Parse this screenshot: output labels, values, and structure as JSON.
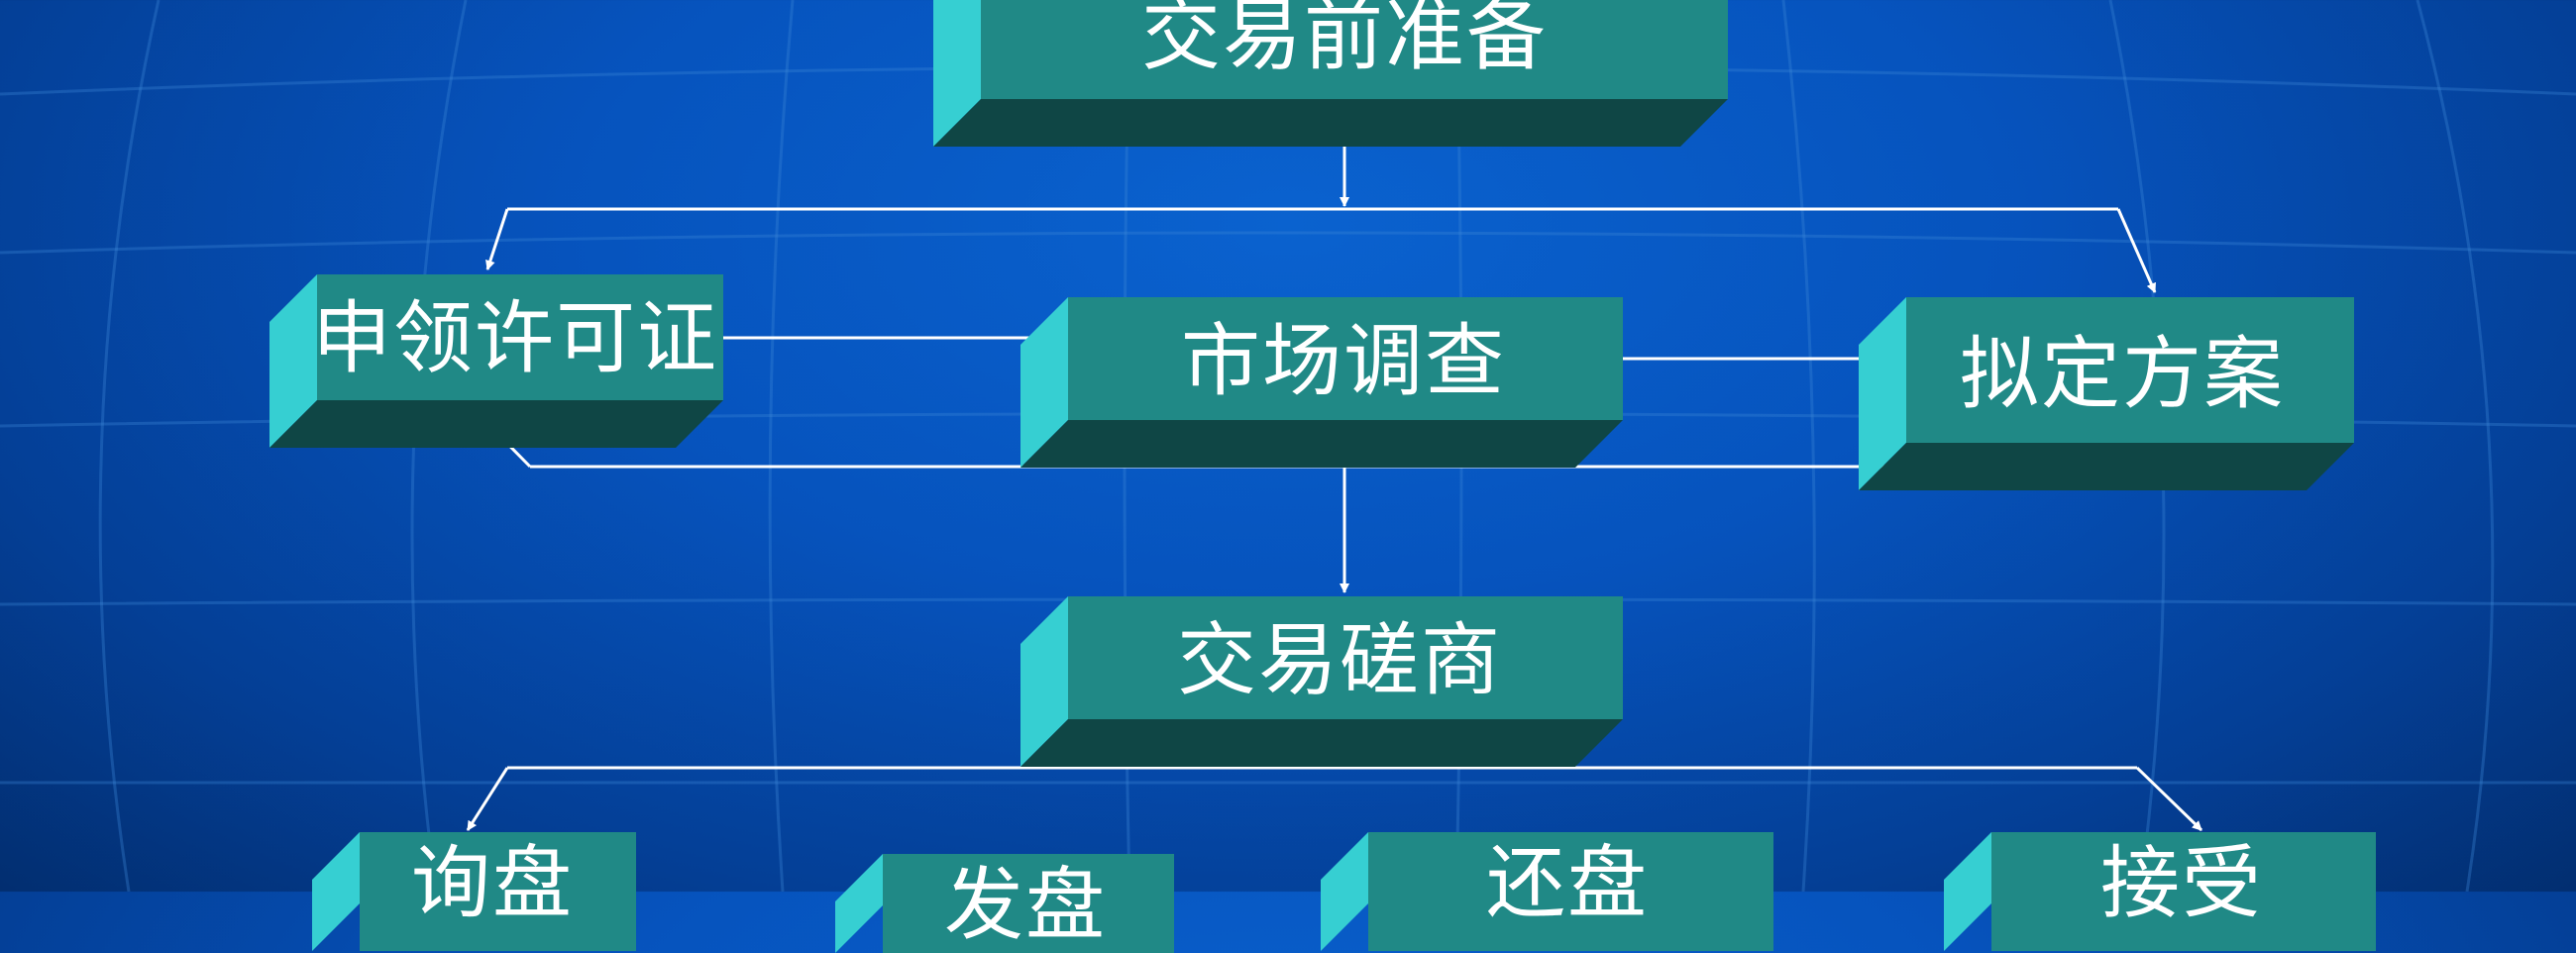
{
  "colors": {
    "background": "#0653bd",
    "box_front": "#208986",
    "box_side": "#36cfd2",
    "box_bottom": "#0f4645",
    "text": "#ffffff",
    "connector": "#ffffff"
  },
  "diagram": {
    "top": {
      "label": "交易前准备"
    },
    "prep_steps": [
      {
        "label": "申领许可证"
      },
      {
        "label": "市场调查"
      },
      {
        "label": "拟定方案"
      }
    ],
    "negotiation": {
      "label": "交易磋商"
    },
    "negotiation_steps": [
      {
        "label": "询盘"
      },
      {
        "label": "发盘"
      },
      {
        "label": "还盘"
      },
      {
        "label": "接受"
      }
    ]
  }
}
